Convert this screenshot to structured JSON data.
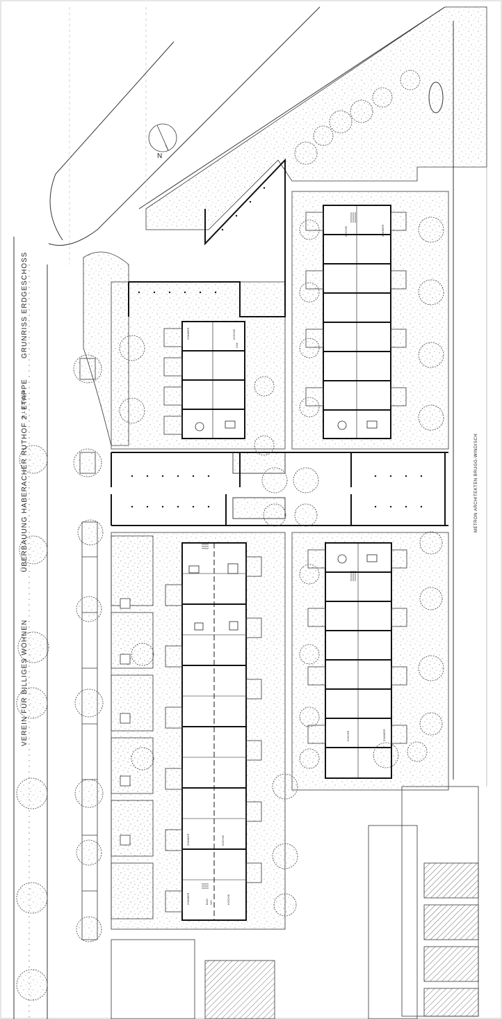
{
  "title": {
    "client": "VEREIN FÜR BILLIGES WOHNEN",
    "project": "ÜBERBAUUNG HABERACHER RUTHOF 2. ETAPPE",
    "scale": "0 1 2 3 4 5 6",
    "plan": "GRUNRISS ERDGESCHOSS"
  },
  "architect": "METRON ARCHITEKTEN BRUGG-WINDISCH",
  "north_label": "N",
  "room_labels": {
    "zimmer": "ZIMMER",
    "kuche": "KÜCHE",
    "bad": "BAD",
    "wc": "WC",
    "zim": "ZIM"
  },
  "colors": {
    "ink": "#1a1a1a",
    "paper": "#ffffff",
    "stipple": "#555555",
    "hatch": "#444444"
  }
}
